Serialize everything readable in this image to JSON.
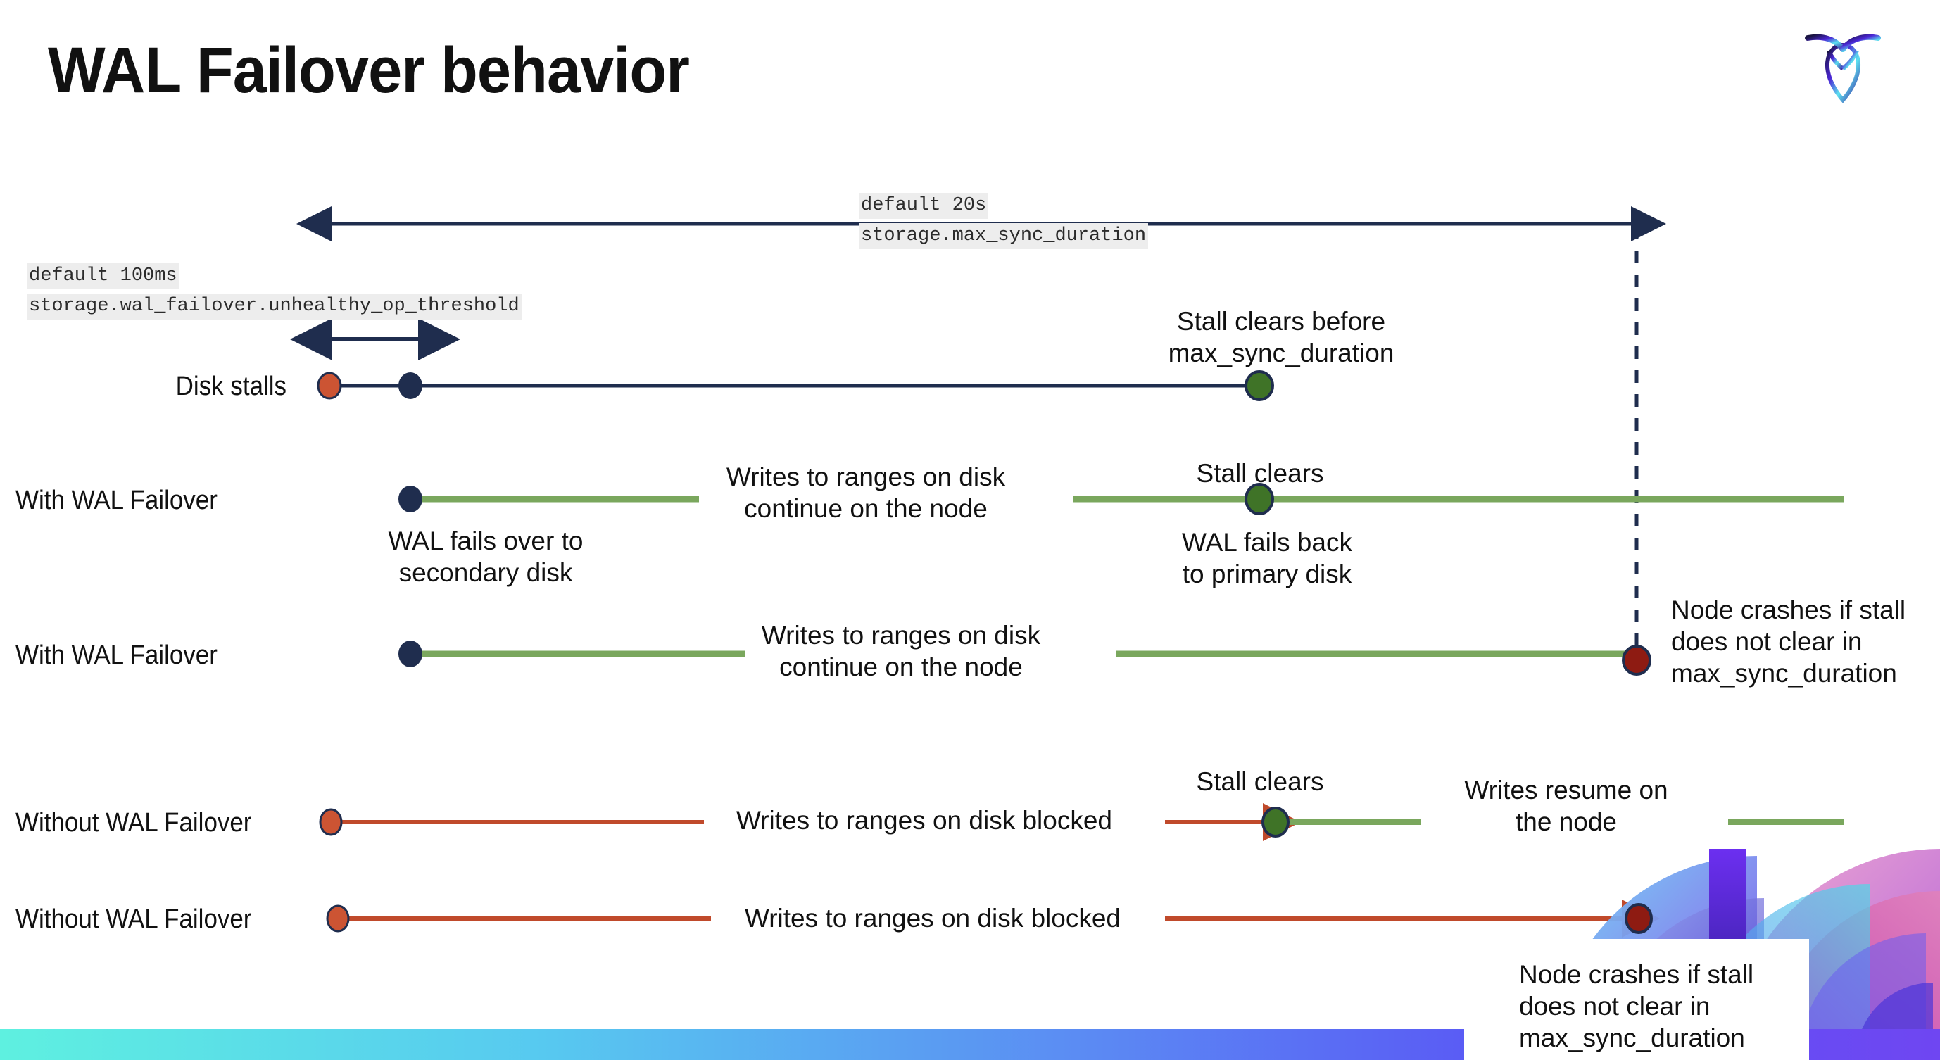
{
  "slide": {
    "title": "WAL Failover behavior",
    "logo_name": "cockroachdb-logo"
  },
  "settings": {
    "max_sync": {
      "default_line": "default 20s",
      "setting_line": "storage.max_sync_duration"
    },
    "unhealthy_op": {
      "default_line": "default 100ms",
      "setting_line": "storage.wal_failover.unhealthy_op_threshold"
    }
  },
  "rows": [
    {
      "id": "disk-stalls",
      "label": "Disk stalls",
      "note_right": "Stall clears before\nmax_sync_duration"
    },
    {
      "id": "with-wal-failover-1",
      "label": "With WAL Failover",
      "note_start": "WAL fails over to\nsecondary disk",
      "note_mid": "Writes to ranges on disk\ncontinue on the node",
      "note_clear": "Stall clears",
      "note_after": "WAL fails  back\nto primary disk"
    },
    {
      "id": "with-wal-failover-2",
      "label": "With WAL Failover",
      "note_mid": "Writes to ranges on disk\ncontinue on the node",
      "note_crash": "Node crashes if stall\ndoes not clear in\nmax_sync_duration"
    },
    {
      "id": "without-wal-failover-1",
      "label": "Without WAL Failover",
      "note_mid": "Writes to ranges on disk  blocked",
      "note_clear": "Stall clears",
      "note_after": "Writes resume on\nthe node"
    },
    {
      "id": "without-wal-failover-2",
      "label": "Without WAL Failover",
      "note_mid": "Writes to ranges on disk  blocked",
      "note_crash": "Node crashes if stall\ndoes not clear in\nmax_sync_duration"
    }
  ],
  "colors": {
    "navy": "#1f2d4e",
    "green_line": "#7aa75d",
    "green_dot": "#3f7327",
    "red_line": "#c04a2b",
    "red_dot": "#8e1b12",
    "orange_dot": "#cc5433",
    "code_bg": "#ededed",
    "bottom_bar_from": "#5ef0e0",
    "bottom_bar_to": "#6f46f2"
  }
}
